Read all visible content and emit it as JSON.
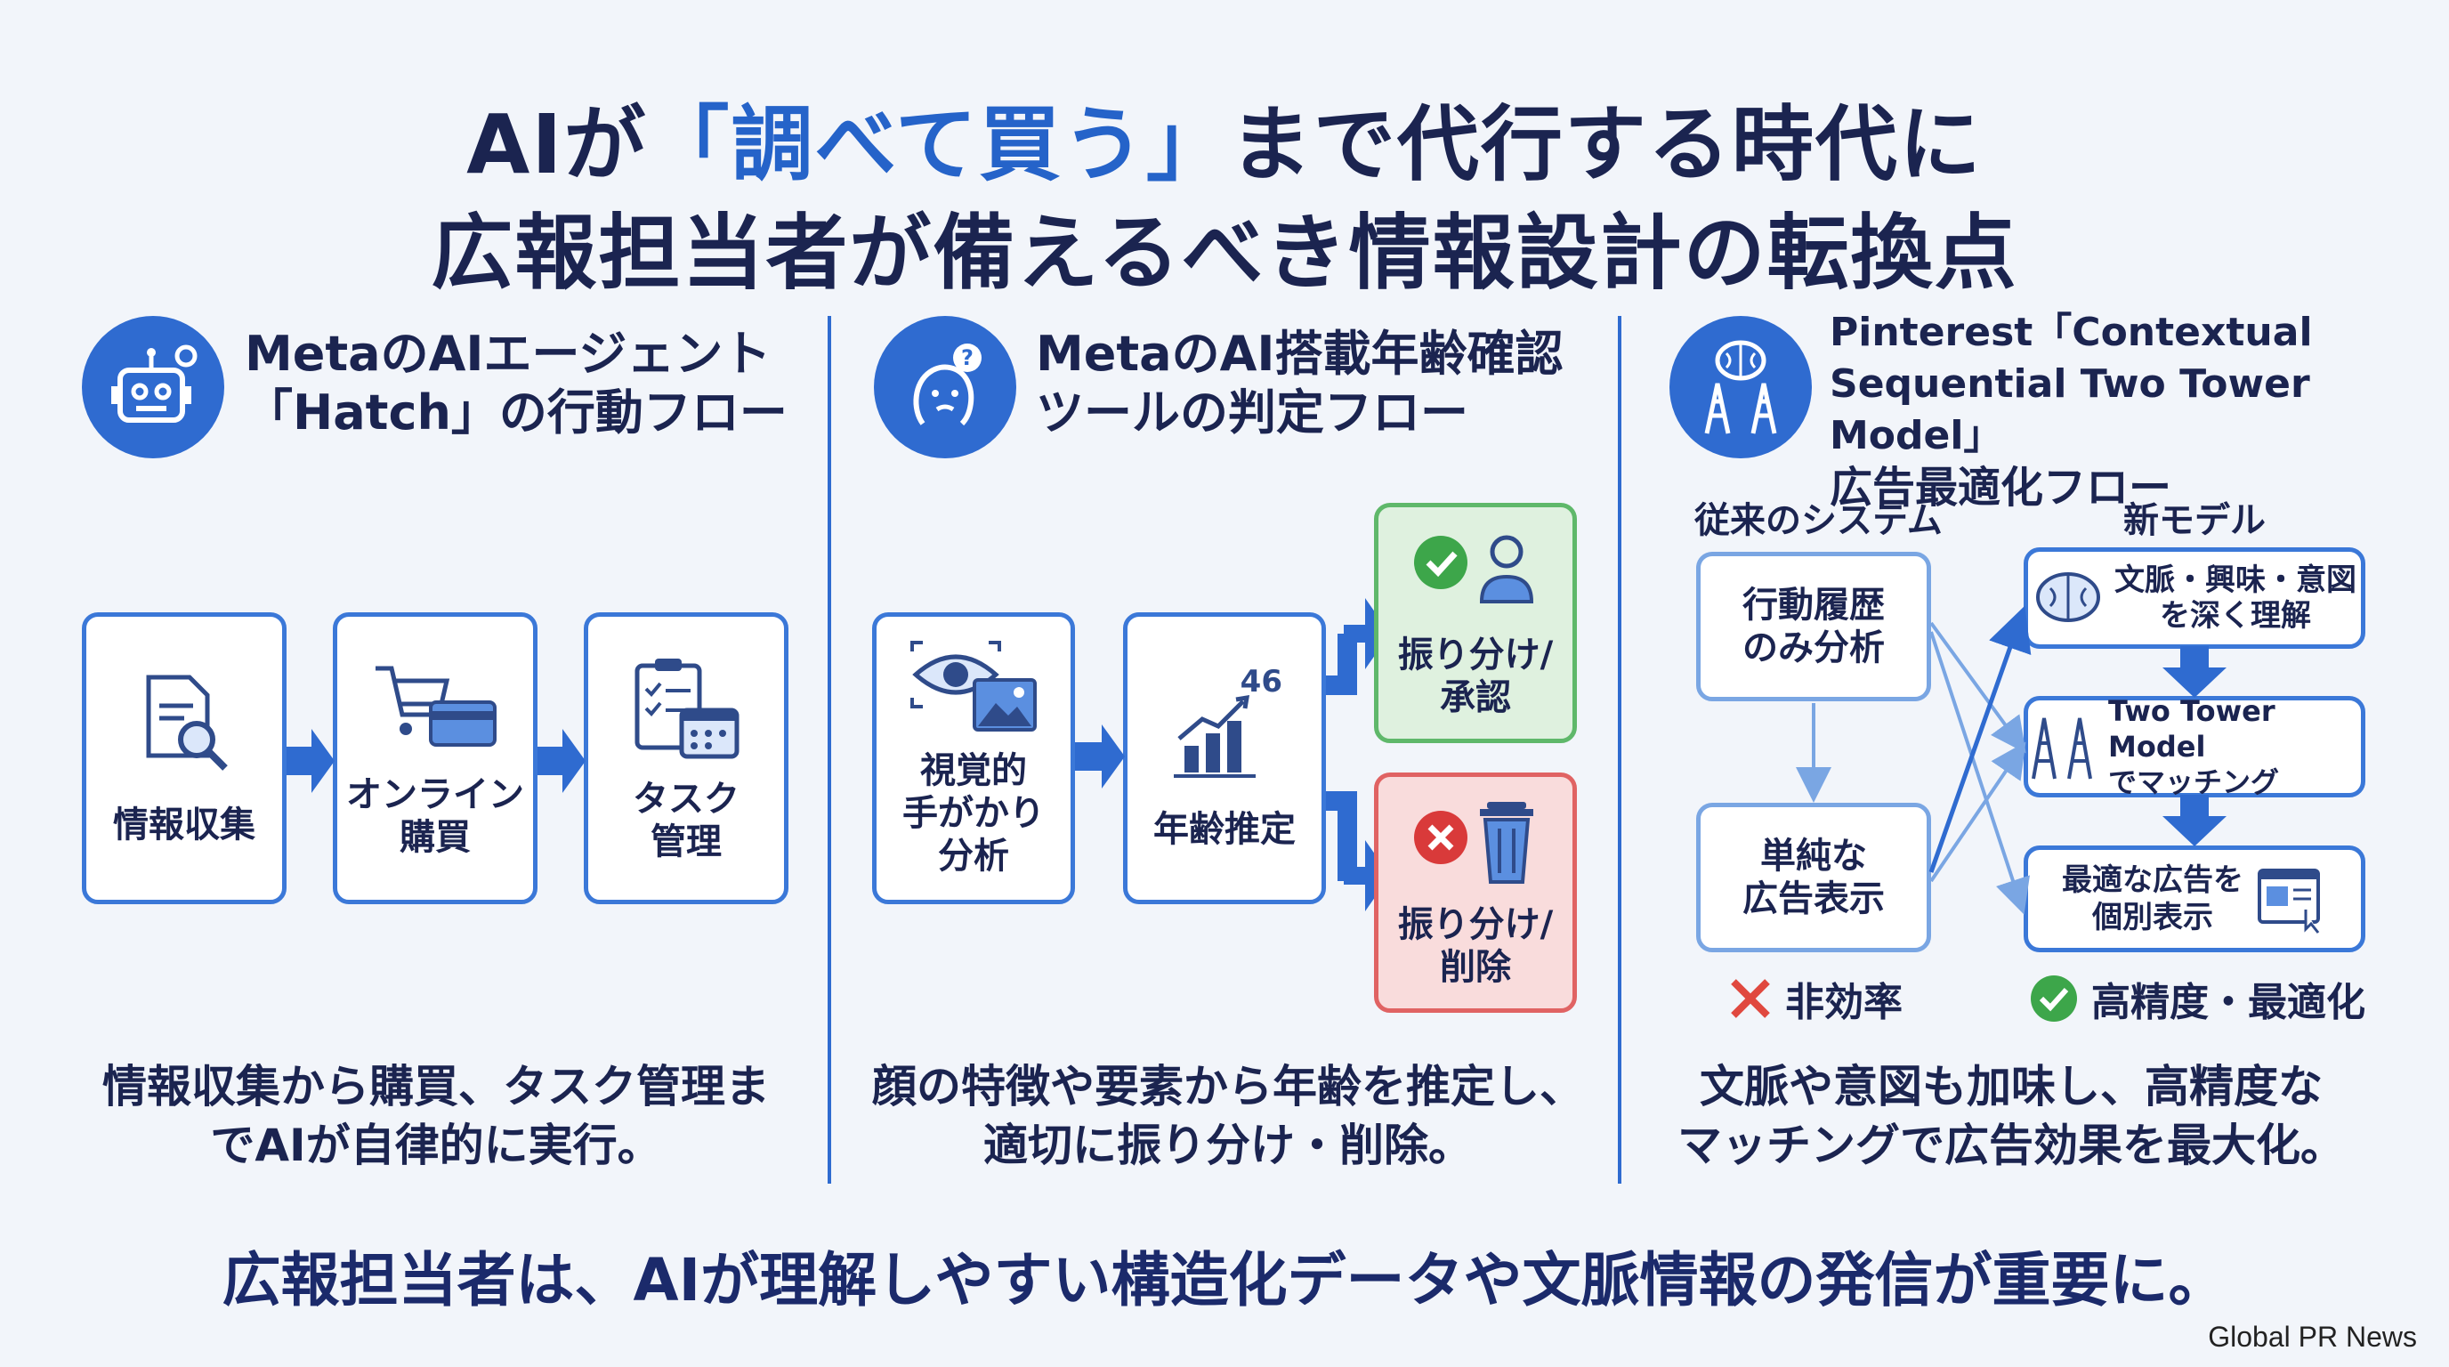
{
  "title": {
    "line1_pre": "AIが",
    "line1_hl": "「調べて買う」",
    "line1_post": "まで代行する時代に",
    "line2": "広報担当者が備えるべき情報設計の転換点"
  },
  "col1": {
    "heading_line1": "MetaのAIエージェント",
    "heading_line2": "「Hatch」の行動フロー",
    "steps": [
      {
        "label_line1": "情報収集",
        "label_line2": "",
        "icon": "document-search-icon"
      },
      {
        "label_line1": "オンライン",
        "label_line2": "購買",
        "icon": "shopping-cart-icon"
      },
      {
        "label_line1": "タスク",
        "label_line2": "管理",
        "icon": "clipboard-calendar-icon"
      }
    ],
    "caption_line1": "情報収集から購買、タスク管理ま",
    "caption_line2": "でAIが自律的に実行。"
  },
  "col2": {
    "heading_line1": "MetaのAI搭載年齢確認",
    "heading_line2": "ツールの判定フロー",
    "step1_line1": "視覚的",
    "step1_line2": "手がかり",
    "step1_line3": "分析",
    "step2_number": "46",
    "step2_label": "年齢推定",
    "approve_line1": "振り分け/",
    "approve_line2": "承認",
    "delete_line1": "振り分け/",
    "delete_line2": "削除",
    "caption_line1": "顔の特徴や要素から年齢を推定し、",
    "caption_line2": "適切に振り分け・削除。"
  },
  "col3": {
    "heading_line1": "Pinterest「Contextual",
    "heading_line2": "Sequential Two Tower Model」",
    "heading_line3": "広告最適化フロー",
    "legacy_title": "従来のシステム",
    "new_title": "新モデル",
    "legacy_box1_line1": "行動履歴",
    "legacy_box1_line2": "のみ分析",
    "legacy_box2_line1": "単純な",
    "legacy_box2_line2": "広告表示",
    "new_box1_line1": "文脈・興味・意図",
    "new_box1_line2": "を深く理解",
    "new_box2_line1": "Two Tower Model",
    "new_box2_line2": "でマッチング",
    "new_box3_line1": "最適な広告を",
    "new_box3_line2": "個別表示",
    "legacy_result": "非効率",
    "new_result": "高精度・最適化",
    "caption_line1": "文脈や意図も加味し、高精度な",
    "caption_line2": "マッチングで広告効果を最大化。"
  },
  "footer": "広報担当者は、AIが理解しやすい構造化データや文脈情報の発信が重要に。",
  "brand": "Global PR News",
  "colors": {
    "accent": "#2f6bd0",
    "navy": "#1b2450",
    "green": "#5fb86a",
    "red": "#e06363"
  }
}
